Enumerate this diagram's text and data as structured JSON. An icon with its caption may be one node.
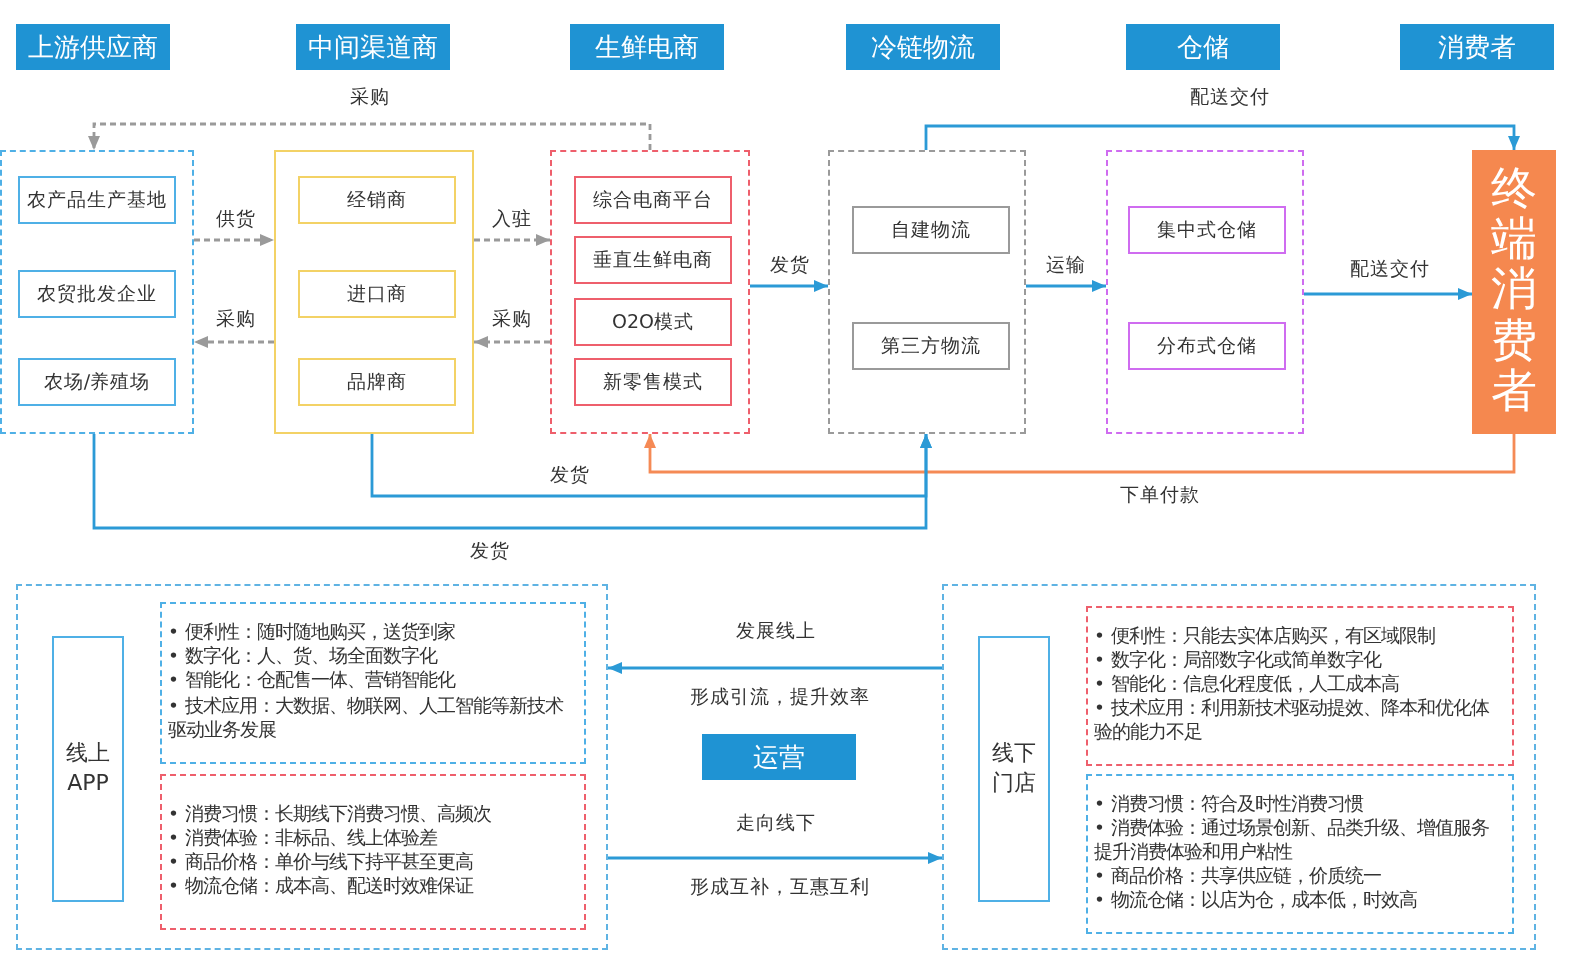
{
  "diagram": {
    "nodes": [
      {
        "text": [
          "上游供应商"
        ]
      },
      {
        "text": [
          "中间渠道商"
        ]
      },
      {
        "text": [
          "生鲜电商"
        ]
      },
      {
        "text": [
          "冷链物流"
        ]
      },
      {
        "text": [
          "仓储"
        ]
      },
      {
        "text": [
          "消费者"
        ]
      },
      {
        "text": [],
        "shape": "box"
      },
      {
        "text": [
          "农产品生产基地"
        ],
        "in": 6
      },
      {
        "text": [
          "农贸批发企业"
        ],
        "in": 6
      },
      {
        "text": [
          "农场/养殖场"
        ],
        "in": 6
      },
      {
        "text": [],
        "shape": "box"
      },
      {
        "text": [
          "经销商"
        ],
        "in": 10
      },
      {
        "text": [
          "进口商"
        ],
        "in": 10
      },
      {
        "text": [
          "品牌商"
        ],
        "in": 10
      },
      {
        "text": [],
        "shape": "box"
      },
      {
        "text": [
          "综合电商平台"
        ],
        "in": 14
      },
      {
        "text": [
          "垂直生鲜电商"
        ],
        "in": 14
      },
      {
        "text": [
          "O2O模式"
        ],
        "in": 14
      },
      {
        "text": [
          "新零售模式"
        ],
        "in": 14
      },
      {
        "text": [],
        "shape": "box"
      },
      {
        "text": [
          "自建物流"
        ],
        "in": 19
      },
      {
        "text": [
          "第三方物流"
        ],
        "in": 19
      },
      {
        "text": [],
        "shape": "box"
      },
      {
        "text": [
          "集中式仓储"
        ],
        "in": 22
      },
      {
        "text": [
          "分布式仓储"
        ],
        "in": 22
      },
      {
        "text": [
          "终端消费者"
        ]
      },
      {
        "text": [],
        "shape": "box"
      },
      {
        "text": [
          "线上APP"
        ],
        "in": 26
      },
      {
        "text": [
          "• 便利性：随时随地购买，送货到家",
          "• 数字化：人、货、场全面数字化",
          "• 智能化：仓配售一体、营销智能化",
          "• 技术应用：大数据、物联网、人工智能等新技术驱动业务发展"
        ],
        "in": 26
      },
      {
        "text": [
          "• 消费习惯：长期线下消费习惯、高频次",
          "• 消费体验：非标品、线上体验差",
          "• 商品价格：单价与线下持平甚至更高",
          "• 物流仓储：成本高、配送时效难保证"
        ],
        "in": 26
      },
      {
        "text": [
          "运营"
        ]
      },
      {
        "text": [],
        "shape": "box"
      },
      {
        "text": [
          "线下门店"
        ],
        "in": 31
      },
      {
        "text": [
          "• 便利性：只能去实体店购买，有区域限制",
          "• 数字化：局部数字化或简单数字化",
          "• 智能化：信息化程度低，人工成本高",
          "• 技术应用：利用新技术驱动提效、降本和优化体验的能力不足"
        ],
        "in": 31
      },
      {
        "text": [
          "• 消费习惯：符合及时性消费习惯",
          "• 消费体验：通过场景创新、品类升级、增值服务提升消费体验和用户粘性",
          "• 商品价格：共享供应链，价质统一",
          "• 物流仓储：以店为仓，成本低，时效高"
        ],
        "in": 31
      }
    ],
    "edges": [
      {
        "from": 14,
        "to": 6,
        "arrow": "to",
        "label": "采购",
        "style": "dashed",
        "color": "#9a9a9a"
      },
      {
        "from": 6,
        "to": 10,
        "arrow": "to",
        "label": "供货",
        "style": "dashed",
        "color": "#9a9a9a"
      },
      {
        "from": 10,
        "to": 6,
        "arrow": "to",
        "label": "采购",
        "style": "dashed",
        "color": "#9a9a9a"
      },
      {
        "from": 10,
        "to": 14,
        "arrow": "to",
        "label": "入驻",
        "style": "dashed",
        "color": "#9a9a9a"
      },
      {
        "from": 14,
        "to": 10,
        "arrow": "to",
        "label": "采购",
        "style": "dashed",
        "color": "#9a9a9a"
      },
      {
        "from": 14,
        "to": 19,
        "arrow": "to",
        "label": "发货"
      },
      {
        "from": 19,
        "to": 22,
        "arrow": "to",
        "label": "运输"
      },
      {
        "from": 22,
        "to": 25,
        "arrow": "to",
        "label": "配送交付"
      },
      {
        "from": 19,
        "to": 25,
        "arrow": "to",
        "label": "配送交付"
      },
      {
        "from": 25,
        "to": 14,
        "arrow": "to",
        "label": "下单付款",
        "color": "#f58a55"
      },
      {
        "from": 10,
        "to": 19,
        "arrow": "to",
        "label": "发货"
      },
      {
        "from": 6,
        "to": 19,
        "arrow": "to",
        "label": "发货"
      },
      {
        "from": 31,
        "to": 26,
        "arrow": "to",
        "label": "发展线上"
      },
      {
        "from": 26,
        "to": 31,
        "arrow": "to",
        "label": "走向线下"
      }
    ],
    "labels": [
      "形成引流，提升效率",
      "形成互补，互惠互利"
    ]
  }
}
